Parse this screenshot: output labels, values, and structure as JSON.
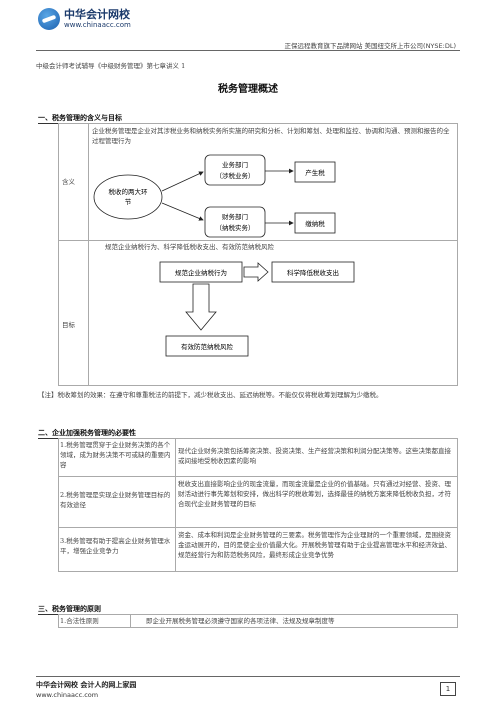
{
  "header": {
    "logo_cn": "中华会计网校",
    "logo_url": "www.chinaacc.com",
    "right_text": "正保远程教育旗下品牌网站  美国纽交所上市公司(NYSE:DL)",
    "subtitle": "中级会计师考试辅导《中级财务管理》第七章讲义 1"
  },
  "title": "税务管理概述",
  "section1": {
    "heading": "一、税务管理的含义与目标",
    "rows": [
      {
        "label": "含义",
        "text": "企业税务管理是企业对其涉税业务和纳税实务所实施的研究和分析、计划和筹划、处理和监控、协调和沟通、预测和报告的全过程管理行为"
      },
      {
        "label": "目标",
        "text": "规范企业纳税行为、科学降低税收支出、有效防范纳税风险"
      }
    ],
    "diagram1": {
      "left": [
        "税收的两大环",
        "节"
      ],
      "top": [
        "业务部门",
        "（涉税业务）"
      ],
      "bottom": [
        "财务部门",
        "（纳税实务）"
      ],
      "top_result": "产生税",
      "bottom_result": "缴纳税"
    },
    "diagram2": {
      "box1": "规范企业纳税行为",
      "box2": "科学降低税收支出",
      "box3": "有效防范纳税风险"
    },
    "note": "【注】税收筹划的效果：在遵守和尊重税法的前提下，减少税收支出、延迟纳税等。不能仅仅将税收筹划理解为少缴税。"
  },
  "section2": {
    "heading": "二、企业加强税务管理的必要性",
    "rows": [
      {
        "left": "1.税务管理贯穿于企业财务决策的各个领域，成为财务决策不可或缺的重要内容",
        "right": "现代企业财务决策包括筹资决策、投资决策、生产经营决策和利润分配决策等。这些决策都直接或间接地受税收因素的影响"
      },
      {
        "left": "2.税务管理是实现企业财务管理目标的有效途径",
        "right": "税收支出直接影响企业的现金流量，而现金流量是企业的价值基础。只有通过对经营、投资、理财活动进行事先筹划和安排，做出科学的税收筹划，选择最佳的纳税方案来降低税收负担，才符合现代企业财务管理的目标"
      },
      {
        "left": "3.税务管理有助于提高企业财务管理水平，增强企业竞争力",
        "right": "资金、成本和利润是企业财务管理的三要素。税务管理作为企业理财的一个重要领域，是围绕资金运动展开的，目的是使企业价值最大化。开展税务管理有助于企业提高管理水平和经济效益、规范经营行为和防范税务风险，最终形成企业竞争优势"
      }
    ]
  },
  "section3": {
    "heading": "三、税务管理的原则",
    "rows": [
      {
        "left": "1.合法性原则",
        "right": "即企业开展税务管理必须遵守国家的各项法律、法规及规章制度等"
      }
    ]
  },
  "footer": {
    "line1": "中华会计网校 会计人的网上家园",
    "line2": "www.chinaacc.com",
    "page": "1"
  }
}
